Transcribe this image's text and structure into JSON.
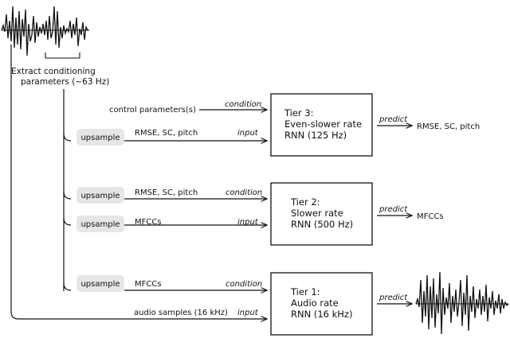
{
  "extract": {
    "line1": "Extract conditioning",
    "line2": "parameters (~63 Hz)"
  },
  "upsample_label": "upsample",
  "verbs": {
    "condition": "condition",
    "input": "input",
    "predict": "predict"
  },
  "signals": {
    "control_parameters": "control parameters(s)",
    "rmse_sc_pitch": "RMSE, SC, pitch",
    "mfccs": "MFCCs",
    "audio_samples": "audio samples (16 kHz)"
  },
  "tiers": [
    {
      "line1": "Tier 3:",
      "line2": "Even-slower rate",
      "line3": "RNN (125 Hz)",
      "output": "RMSE, SC, pitch"
    },
    {
      "line1": "Tier 2:",
      "line2": "Slower rate",
      "line3": "RNN (500 Hz)",
      "output": "MFCCs"
    },
    {
      "line1": "Tier 1:",
      "line2": "Audio rate",
      "line3": "RNN (16 kHz)",
      "output": ""
    }
  ]
}
